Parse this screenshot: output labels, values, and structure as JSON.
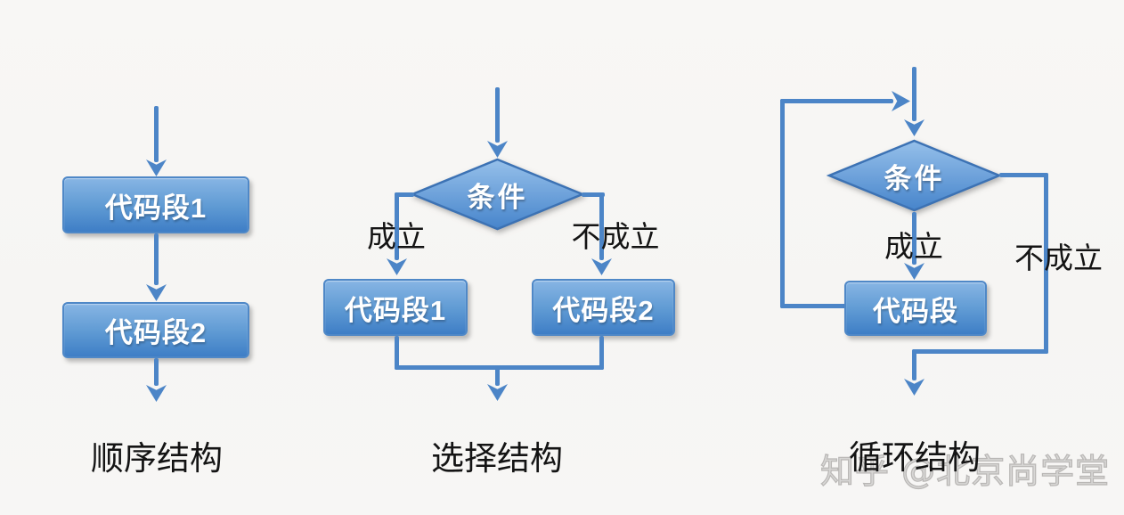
{
  "colors": {
    "line": "#4c85c7",
    "box_border": "#4f88c7",
    "box_top": "#87b5e4",
    "box_mid": "#609bd4",
    "box_bottom": "#3e7ec6",
    "diamond_top": "#96c0ea",
    "diamond_bottom": "#4684cb",
    "node_text": "#ffffff",
    "label_text": "#141414",
    "watermark_gray": "#b9b7b5"
  },
  "panels": [
    {
      "id": "sequence",
      "title": "顺序结构",
      "node1": "代码段1",
      "node2": "代码段2"
    },
    {
      "id": "selection",
      "title": "选择结构",
      "condition": "条件",
      "branch_true": "成立",
      "branch_false": "不成立",
      "node1": "代码段1",
      "node2": "代码段2"
    },
    {
      "id": "loop",
      "title": "循环结构",
      "condition": "条件",
      "branch_true": "成立",
      "branch_false": "不成立",
      "node1": "代码段"
    }
  ],
  "watermark": "知乎 @北京尚学堂"
}
